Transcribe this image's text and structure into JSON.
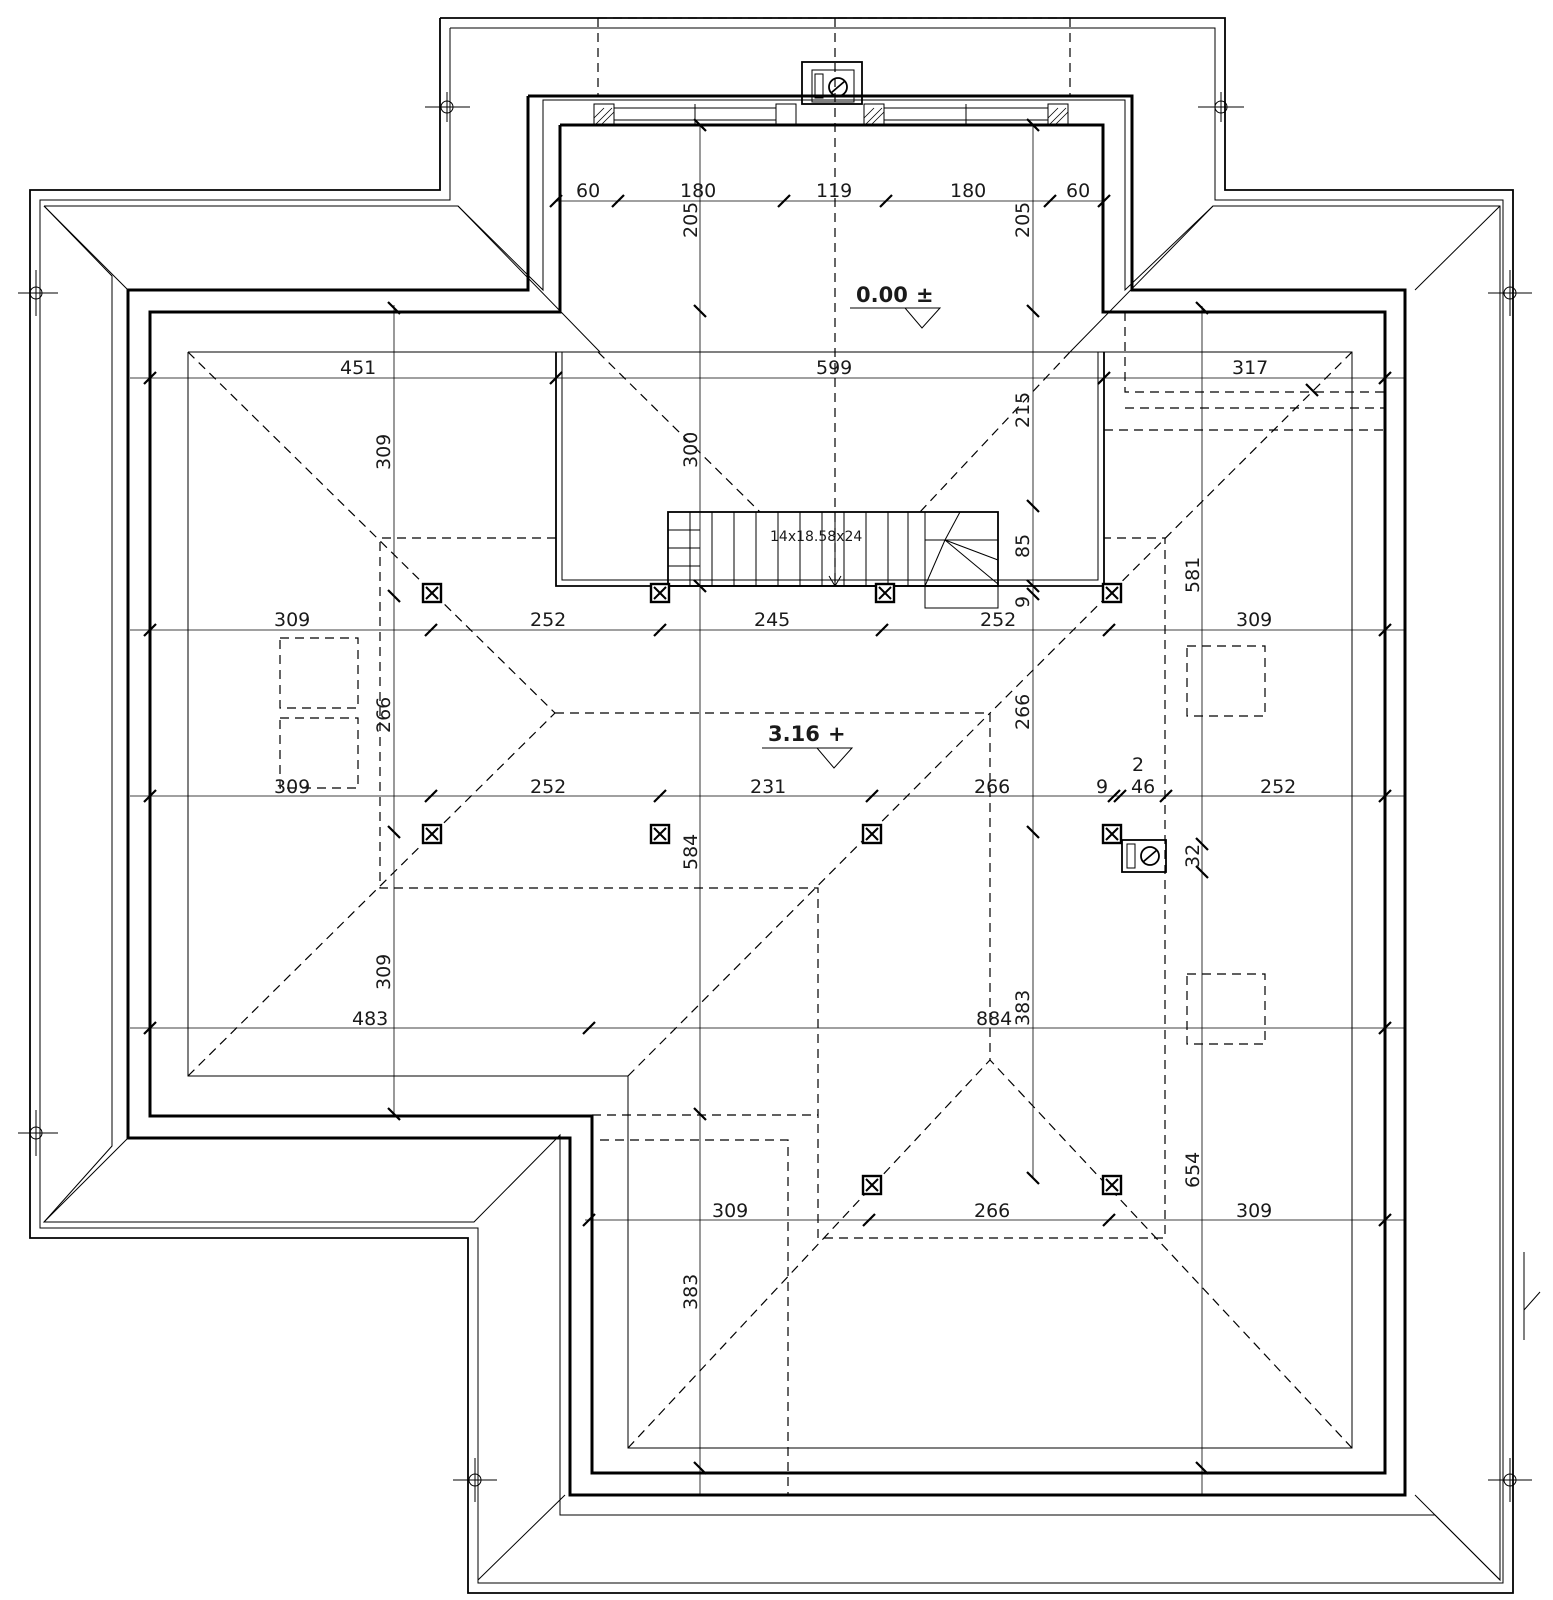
{
  "levels": {
    "ground": {
      "value": "0.00",
      "sign": "±"
    },
    "attic": {
      "value": "3.16",
      "sign": "+"
    }
  },
  "stair": {
    "label": "14x18.58x24"
  },
  "dimensions": {
    "top_row": [
      "60",
      "180",
      "119",
      "180",
      "60"
    ],
    "top_vertical_left": "205",
    "top_vertical_right": "205",
    "row_a": [
      "451",
      "599",
      "317"
    ],
    "left_column": [
      "309",
      "266",
      "309"
    ],
    "center_column": [
      "300",
      "584",
      "383"
    ],
    "right_column": [
      "215",
      "85",
      "9",
      "266",
      "383"
    ],
    "far_right_column": [
      "581",
      "32",
      "654"
    ],
    "row_b": [
      "309",
      "252",
      "245",
      "252",
      "309"
    ],
    "row_c": [
      "309",
      "252",
      "231",
      "266",
      "9",
      "2",
      "46",
      "252"
    ],
    "row_d": [
      "483",
      "884"
    ],
    "row_e": [
      "309",
      "266",
      "309"
    ]
  }
}
